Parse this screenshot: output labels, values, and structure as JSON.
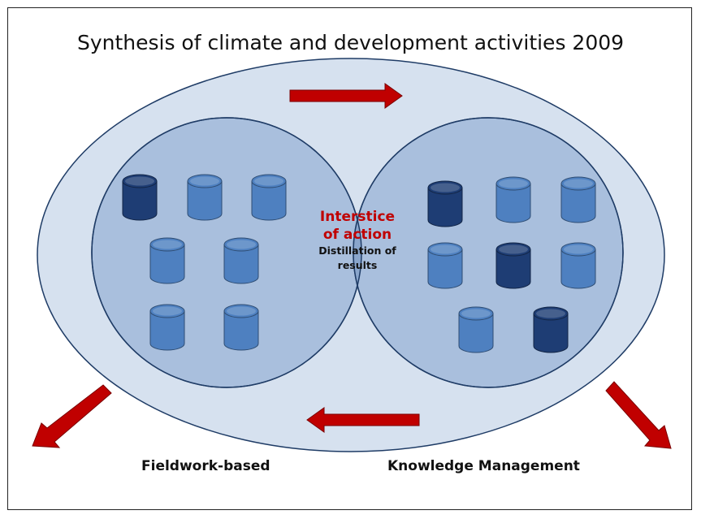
{
  "title": "Synthesis of climate and development activities 2009",
  "center": {
    "title_line1": "Interstice",
    "title_line2": "of action",
    "sub_line1": "Distillation of",
    "sub_line2": "results"
  },
  "labels": {
    "left": "Fieldwork-based",
    "right": "Knowledge Management"
  },
  "colors": {
    "outer_ellipse": "#d6e1ef",
    "circle_fill": "#a9bfdd",
    "overlap_fill": "#8aa6cc",
    "outline": "#1f3c66",
    "cylinder_light": "#4e80c0",
    "cylinder_dark": "#1e3d74",
    "arrow": "#c00000",
    "center_title": "#c00000"
  },
  "cylinders": {
    "left": [
      "dark",
      "light",
      "light",
      "light",
      "light",
      "light",
      "light"
    ],
    "right": [
      "dark",
      "light",
      "light",
      "light",
      "dark",
      "light",
      "light",
      "dark"
    ]
  }
}
